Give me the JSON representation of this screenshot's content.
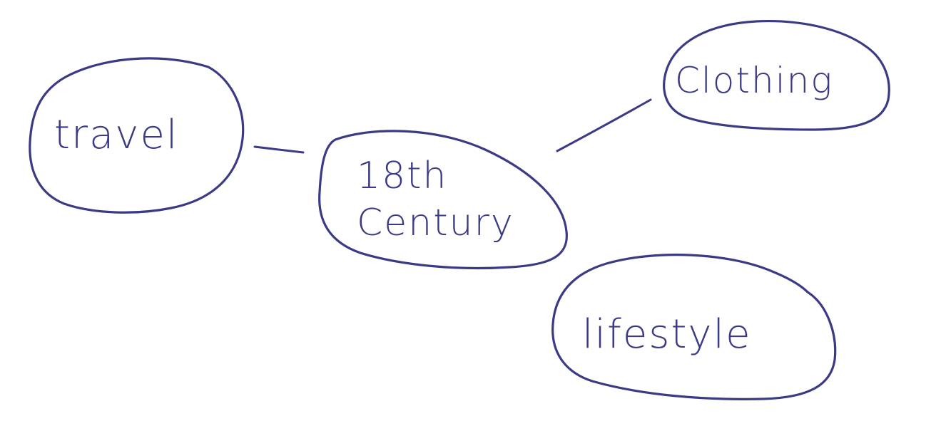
{
  "diagram": {
    "ink_color": "#3b3a85",
    "nodes": {
      "center": {
        "label_line1": "18th",
        "label_line2": "Century"
      },
      "travel": {
        "label": "travel"
      },
      "clothing": {
        "label": "Clothing"
      },
      "lifestyle": {
        "label": "lifestyle"
      }
    },
    "edges": [
      {
        "from": "center",
        "to": "travel"
      },
      {
        "from": "center",
        "to": "clothing"
      }
    ]
  }
}
